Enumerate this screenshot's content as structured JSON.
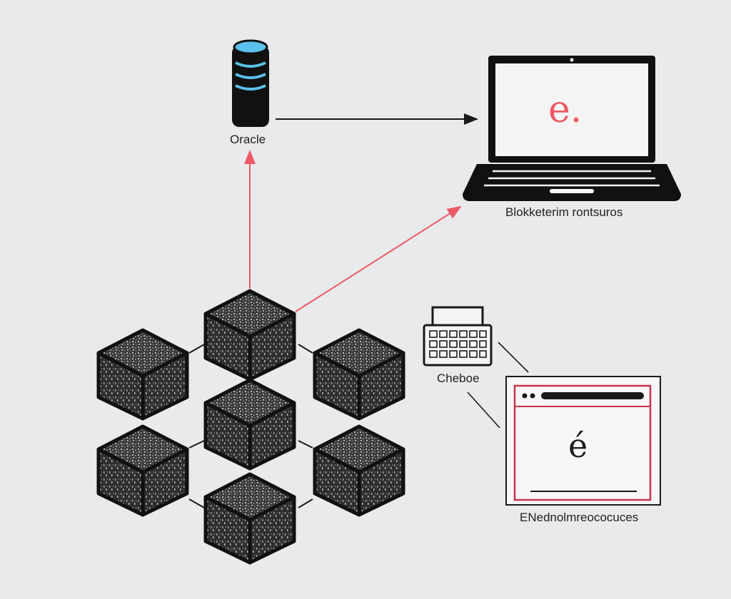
{
  "nodes": {
    "oracle": {
      "label": "Oracle",
      "icon": "database-icon",
      "accent": "#5bc0eb"
    },
    "laptop": {
      "label": "Blokketerim rontsuros",
      "screen_text": "e.",
      "icon": "laptop-icon",
      "accent": "#ee5a64"
    },
    "keyboard": {
      "label": "Chebоe",
      "icon": "keyboard-icon"
    },
    "browser": {
      "label": "ENednolmreococuces",
      "screen_text": "é",
      "icon": "browser-window-icon",
      "accent": "#c8344a"
    },
    "blockchain": {
      "icon": "cube-cluster-icon",
      "cube_count": 7,
      "color": "#2a2a2a"
    }
  },
  "connectors": {
    "data_flow_color": "#1a1a1a",
    "highlight_color": "#ee5a64"
  }
}
